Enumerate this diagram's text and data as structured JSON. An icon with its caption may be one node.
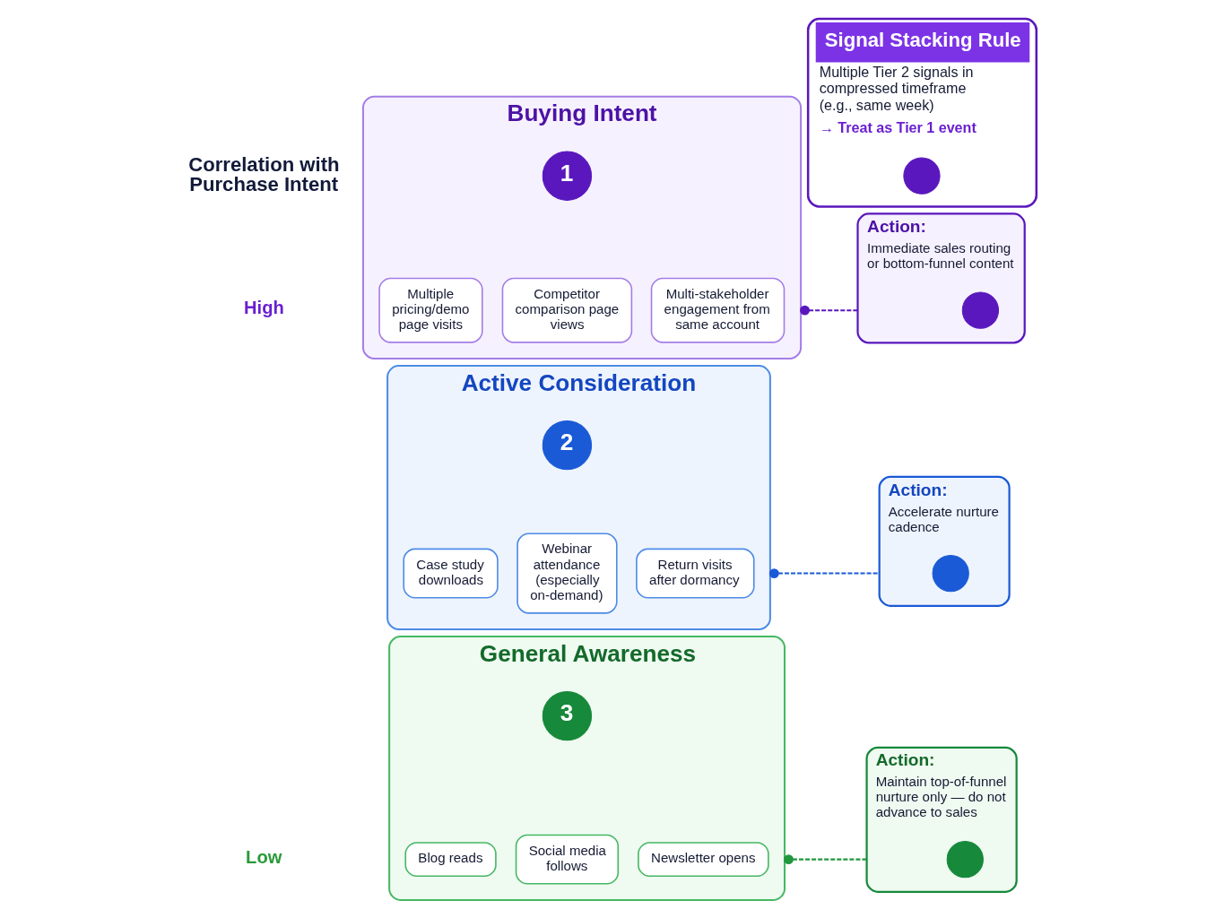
{
  "diagram": {
    "nodes": [
      {
        "text": [
          "Buying Intent"
        ]
      },
      {
        "text": [
          "1"
        ],
        "in": 0
      },
      {
        "text": [
          "Multiple pricing/demo page visits"
        ],
        "in": 0
      },
      {
        "text": [
          "Competitor comparison page views"
        ],
        "in": 0
      },
      {
        "text": [
          "Multi-stakeholder engagement from same account"
        ],
        "in": 0
      },
      {
        "text": [
          "Signal Stacking Rule",
          "Multiple Tier 2 signals in compressed timeframe (e.g., same week)",
          "→ Treat as Tier 1 event"
        ]
      },
      {
        "text": [],
        "shape": "circle",
        "in": 5
      },
      {
        "text": [
          "Action:",
          "Immediate sales routing or bottom-funnel content"
        ]
      },
      {
        "text": [],
        "shape": "circle",
        "in": 7
      },
      {
        "text": [
          "Active Consideration"
        ]
      },
      {
        "text": [
          "2"
        ],
        "in": 9
      },
      {
        "text": [
          "Case study downloads"
        ],
        "in": 9
      },
      {
        "text": [
          "Webinar attendance (especially on-demand)"
        ],
        "in": 9
      },
      {
        "text": [
          "Return visits after dormancy"
        ],
        "in": 9
      },
      {
        "text": [
          "Action:",
          "Accelerate nurture cadence"
        ]
      },
      {
        "text": [],
        "shape": "circle",
        "in": 14
      },
      {
        "text": [
          "General Awareness"
        ]
      },
      {
        "text": [
          "3"
        ],
        "in": 16
      },
      {
        "text": [
          "Blog reads"
        ],
        "in": 16
      },
      {
        "text": [
          "Social media follows"
        ],
        "in": 16
      },
      {
        "text": [
          "Newsletter opens"
        ],
        "in": 16
      },
      {
        "text": [
          "Action:",
          "Maintain top-of-funnel nurture only — do not advance to sales"
        ]
      },
      {
        "text": [],
        "shape": "circle",
        "in": 21
      }
    ],
    "edges": [
      {
        "from": 0,
        "to": 7,
        "arrow": "other",
        "style": "dashed",
        "color": "#5a17bd"
      },
      {
        "from": 9,
        "to": 14,
        "arrow": "other",
        "style": "dashed",
        "color": "#1a5ad6"
      },
      {
        "from": 16,
        "to": 21,
        "arrow": "other",
        "style": "dashed",
        "color": "#22973e"
      }
    ],
    "labels": [
      "Correlation with Purchase Intent",
      "High",
      "Low"
    ]
  }
}
